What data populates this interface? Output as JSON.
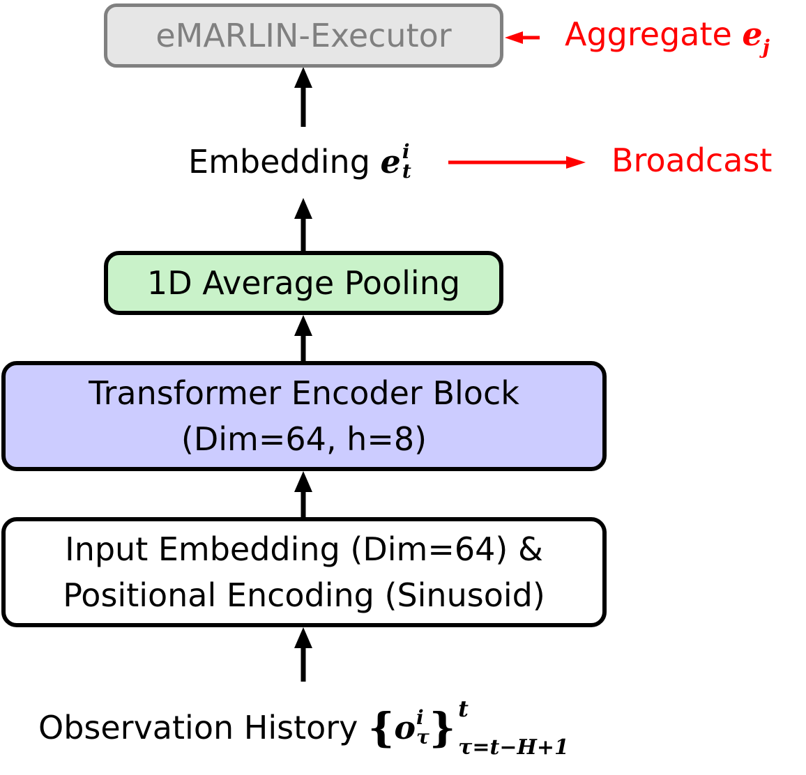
{
  "executor": {
    "label": "eMARLIN-Executor",
    "fill": "#e6e6e6",
    "border": "#808080",
    "text_color": "#808080"
  },
  "aggregate": {
    "text": "Aggregate ",
    "var": "e",
    "sub": "j",
    "color": "#ff0000"
  },
  "embedding": {
    "text": "Embedding ",
    "var": "e",
    "sup": "i",
    "sub": "t"
  },
  "broadcast": {
    "text": "Broadcast",
    "color": "#ff0000"
  },
  "pooling": {
    "label": "1D Average Pooling",
    "fill": "#c9f2c9"
  },
  "transformer": {
    "line1": "Transformer Encoder Block",
    "line2": "(Dim=64, h=8)",
    "fill": "#ccccff"
  },
  "input_embedding": {
    "line1": "Input Embedding (Dim=64) &",
    "line2": "Positional Encoding (Sinusoid)",
    "fill": "#ffffff"
  },
  "observation": {
    "text": "Observation History ",
    "open_brace": "{",
    "var": "o",
    "sup_i": "i",
    "sub_tau": "τ",
    "close_brace": "}",
    "upper": "t",
    "lower": "τ=t−H+1"
  }
}
